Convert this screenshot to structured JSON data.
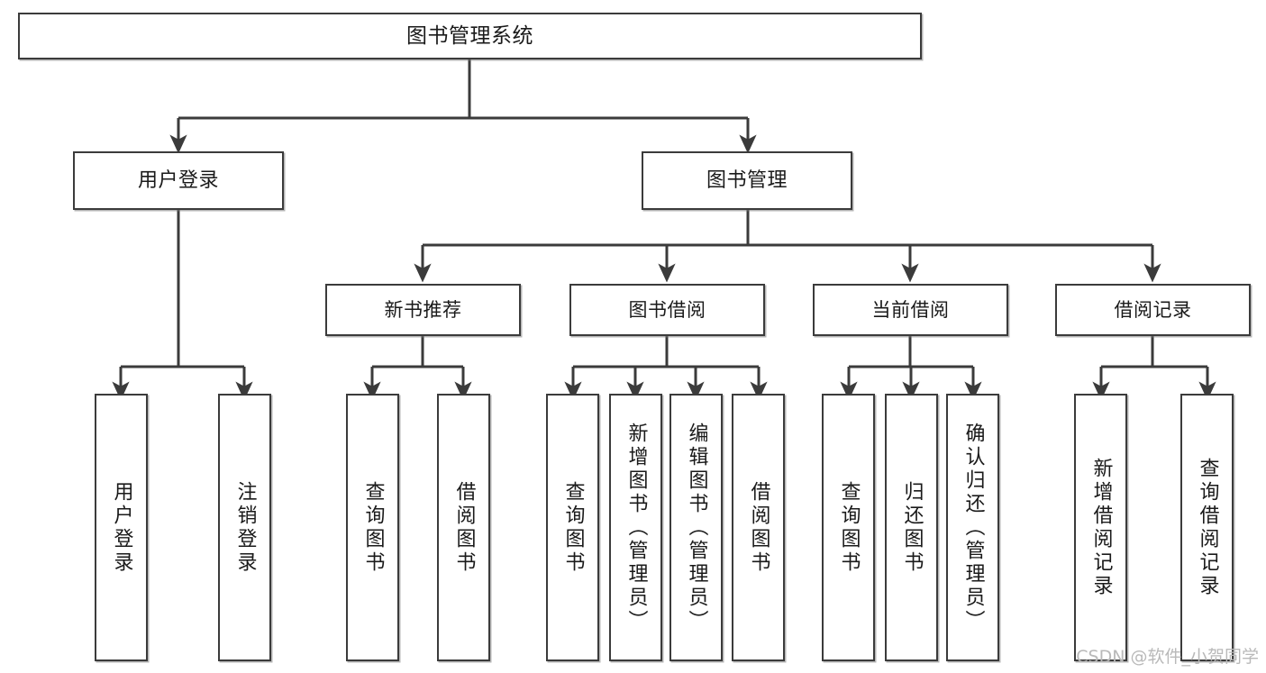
{
  "diagram": {
    "type": "tree",
    "title": "图书管理系统",
    "watermark": "CSDN @软件_小贺同学",
    "colors": {
      "box_border": "#3b3b3b",
      "box_fill": "#ffffff",
      "edge": "#3b3b3b",
      "text": "#1a1a1a",
      "watermark": "#b9b9b9",
      "background": "#ffffff"
    },
    "root": {
      "label": "图书管理系统"
    },
    "level2": [
      {
        "label": "用户登录"
      },
      {
        "label": "图书管理"
      }
    ],
    "level3": [
      {
        "label": "新书推荐"
      },
      {
        "label": "图书借阅"
      },
      {
        "label": "当前借阅"
      },
      {
        "label": "借阅记录"
      }
    ],
    "leaves": {
      "user_login": [
        {
          "label": "用户登录"
        },
        {
          "label": "注销登录"
        }
      ],
      "new_book": [
        {
          "label": "查询图书"
        },
        {
          "label": "借阅图书"
        }
      ],
      "book_borrow": [
        {
          "label": "查询图书"
        },
        {
          "label": "新增图书（管理员）"
        },
        {
          "label": "编辑图书（管理员）"
        },
        {
          "label": "借阅图书"
        }
      ],
      "current_borrow": [
        {
          "label": "查询图书"
        },
        {
          "label": "归还图书"
        },
        {
          "label": "确认归还（管理员）"
        }
      ],
      "borrow_record": [
        {
          "label": "新增借阅记录"
        },
        {
          "label": "查询借阅记录"
        }
      ]
    }
  }
}
